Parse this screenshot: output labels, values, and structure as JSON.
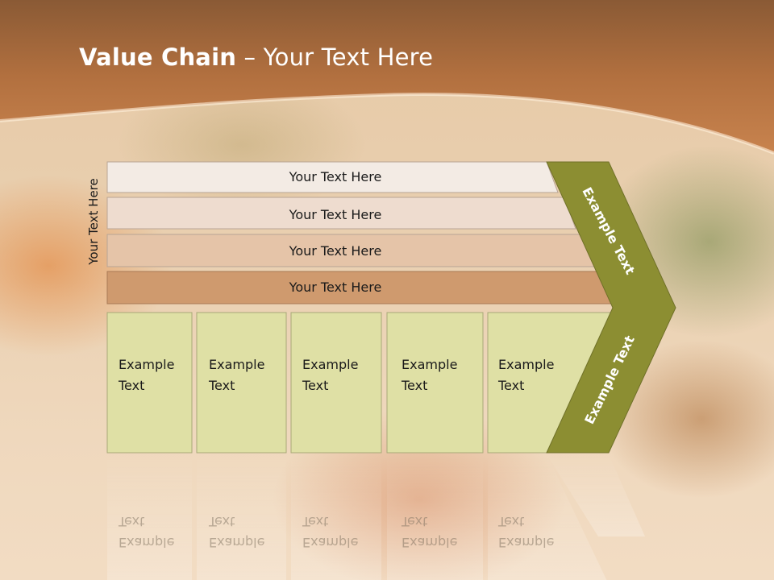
{
  "title": {
    "bold": "Value Chain",
    "rest": " – Your Text Here"
  },
  "side_label": "Your Text Here",
  "bars": [
    {
      "label": "Your Text Here",
      "fill": "#f3ebe4"
    },
    {
      "label": "Your Text Here",
      "fill": "#eedccf"
    },
    {
      "label": "Your Text Here",
      "fill": "#e5c4a8"
    },
    {
      "label": "Your Text Here",
      "fill": "#cf9a6e"
    }
  ],
  "boxes": [
    {
      "line1": "Example",
      "line2": "Text"
    },
    {
      "line1": "Example",
      "line2": "Text"
    },
    {
      "line1": "Example",
      "line2": "Text"
    },
    {
      "line1": "Example",
      "line2": "Text"
    },
    {
      "line1": "Example",
      "line2": "Text"
    }
  ],
  "chevron": {
    "top_label": "Example Text",
    "bottom_label": "Example Text",
    "fill": "#8c8e32"
  },
  "colors": {
    "header": "#b97345",
    "box_fill": "#dfe0a5",
    "text": "#1a1a1a"
  }
}
